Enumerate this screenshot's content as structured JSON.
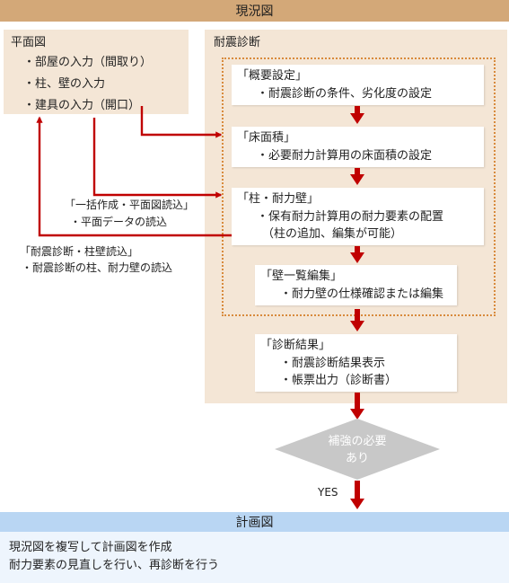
{
  "header": {
    "title": "現況図"
  },
  "floor_plan": {
    "title": "平面図",
    "items": [
      "・部屋の入力（間取り）",
      "・柱、壁の入力",
      "・建具の入力（開口）"
    ]
  },
  "diagnosis_panel": {
    "title": "耐震診断"
  },
  "steps": [
    {
      "title": "「概要設定」",
      "lines": [
        "・耐震診断の条件、劣化度の設定"
      ]
    },
    {
      "title": "「床面積」",
      "lines": [
        "・必要耐力計算用の床面積の設定"
      ]
    },
    {
      "title": "「柱・耐力壁」",
      "lines": [
        "・保有耐力計算用の耐力要素の配置",
        "（柱の追加、編集が可能）"
      ]
    },
    {
      "title": "「壁一覧編集」",
      "lines": [
        "・耐力壁の仕様確認または編集"
      ]
    },
    {
      "title": "「診断結果」",
      "lines": [
        "・耐震診断結果表示",
        "・帳票出力（診断書）"
      ]
    }
  ],
  "side_notes": [
    {
      "lines": [
        "「一括作成・平面図読込」",
        "・平面データの読込"
      ]
    },
    {
      "lines": [
        "「耐震診断・柱壁読込」",
        "・耐震診断の柱、耐力壁の読込"
      ]
    }
  ],
  "decision": {
    "lines": [
      "補強の必要",
      "あり"
    ],
    "yes_label": "YES"
  },
  "plan": {
    "title": "計画図",
    "lines": [
      "現況図を複写して計画図を作成",
      "耐力要素の見直しを行い、再診断を行う"
    ]
  },
  "colors": {
    "arrow": "#c00000",
    "header_bar": "#d3a878",
    "plan_bar": "#b9d6f3",
    "panel": "#f4e6d6",
    "dotted_border": "#d88a3c",
    "diamond": "#c8c8c8"
  }
}
